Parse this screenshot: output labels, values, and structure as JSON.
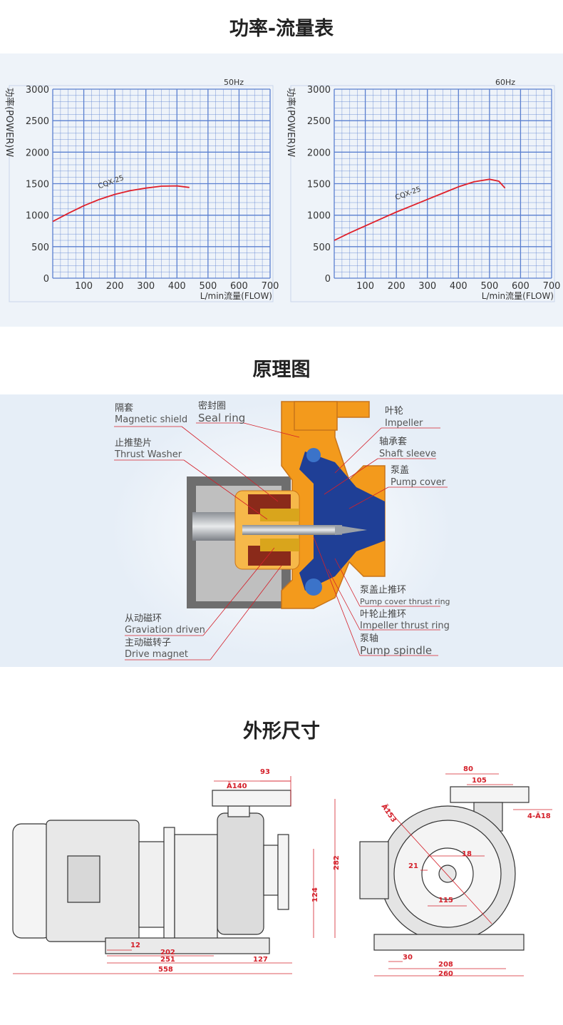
{
  "sections": {
    "chart_title": "功率-流量表",
    "principle_title": "原理图",
    "dimension_title": "外形尺寸"
  },
  "chart_data": [
    {
      "type": "line",
      "title": "50Hz",
      "ylabel": "功率(POWER)W",
      "xlabel": "L/min流量(FLOW)",
      "xlim": [
        0,
        700
      ],
      "ylim": [
        0,
        3000
      ],
      "x_ticks": [
        "100",
        "200",
        "300",
        "400",
        "500",
        "600",
        "700"
      ],
      "y_ticks": [
        "0",
        "500",
        "1000",
        "1500",
        "2000",
        "2500",
        "3000"
      ],
      "grid": true,
      "series": [
        {
          "name": "CQX-25",
          "color": "#e0202a",
          "x": [
            0,
            50,
            100,
            150,
            200,
            250,
            300,
            350,
            400,
            440
          ],
          "y": [
            900,
            1030,
            1150,
            1250,
            1330,
            1390,
            1430,
            1460,
            1465,
            1440
          ]
        }
      ]
    },
    {
      "type": "line",
      "title": "60Hz",
      "ylabel": "功率(POWER)W",
      "xlabel": "L/min流量(FLOW)",
      "xlim": [
        0,
        700
      ],
      "ylim": [
        0,
        3000
      ],
      "x_ticks": [
        "100",
        "200",
        "300",
        "400",
        "500",
        "600",
        "700"
      ],
      "y_ticks": [
        "0",
        "500",
        "1000",
        "1500",
        "2000",
        "2500",
        "3000"
      ],
      "grid": true,
      "series": [
        {
          "name": "CQX-25",
          "color": "#e0202a",
          "x": [
            0,
            50,
            100,
            150,
            200,
            250,
            300,
            350,
            400,
            450,
            500,
            530,
            550
          ],
          "y": [
            600,
            720,
            830,
            940,
            1050,
            1150,
            1250,
            1350,
            1450,
            1530,
            1570,
            1540,
            1430
          ]
        }
      ]
    }
  ],
  "principle": {
    "labels_left": [
      {
        "cn": "隔套",
        "en": "Magnetic shield"
      },
      {
        "cn": "止推垫片",
        "en": "Thrust Washer"
      },
      {
        "cn": "从动磁环",
        "en": "Graviation driven"
      },
      {
        "cn": "主动磁转子",
        "en": "Drive magnet"
      }
    ],
    "labels_top": [
      {
        "cn": "密封圈",
        "en": "Seal ring"
      }
    ],
    "labels_right": [
      {
        "cn": "叶轮",
        "en": "Impeller"
      },
      {
        "cn": "轴承套",
        "en": "Shaft sleeve"
      },
      {
        "cn": "泵盖",
        "en": "Pump cover"
      },
      {
        "cn": "泵盖止推环",
        "en": "Pump cover thrust ring"
      },
      {
        "cn": "叶轮止推环",
        "en": "Impeller thrust ring"
      },
      {
        "cn": "泵轴",
        "en": "Pump spindle"
      }
    ]
  },
  "dimensions": {
    "side": {
      "flange": "Ă140",
      "top": "93",
      "height_total": "282",
      "height_axis": "124",
      "base_a": "12",
      "base_b": "202",
      "base_c": "251",
      "front": "127",
      "overall": "558"
    },
    "front": {
      "top_a": "80",
      "top_b": "105",
      "holes": "4-Ă18",
      "circle": "Ă153",
      "inner_a": "18",
      "inner_b": "21",
      "inner_c": "115",
      "base_a": "30",
      "base_b": "208",
      "base_c": "260"
    }
  },
  "colors": {
    "orange": "#f39a1c",
    "blue": "#1f3f96",
    "grid_blue": "#5a7fcf",
    "curve_red": "#e0202a",
    "dim_red": "#d4202a",
    "band_bg": "#eef3f9"
  }
}
